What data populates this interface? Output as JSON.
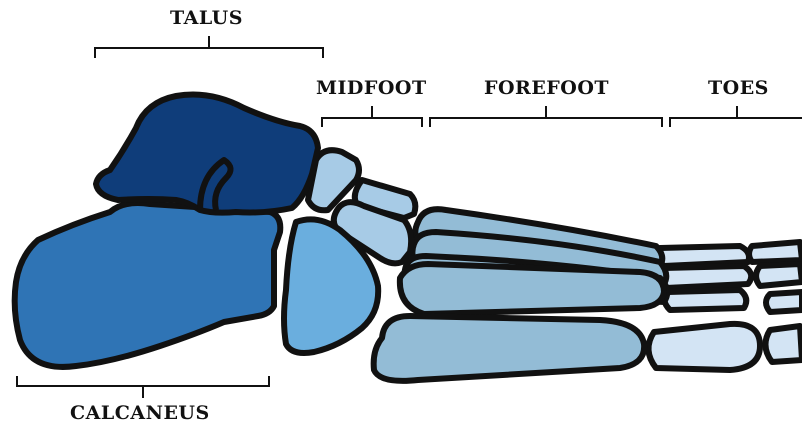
{
  "labels": {
    "talus": "TALUS",
    "midfoot": "MIDFOOT",
    "forefoot": "FOREFOOT",
    "toes": "TOES",
    "calcaneus": "CALCANEUS"
  },
  "colors": {
    "outline": "#111111",
    "talus": "#0f3d7a",
    "calcaneus": "#2f74b5",
    "navicular": "#6aaede",
    "midfoot_small": "#a7cbe6",
    "forefoot": "#93bcd6",
    "toes": "#d3e4f4"
  }
}
